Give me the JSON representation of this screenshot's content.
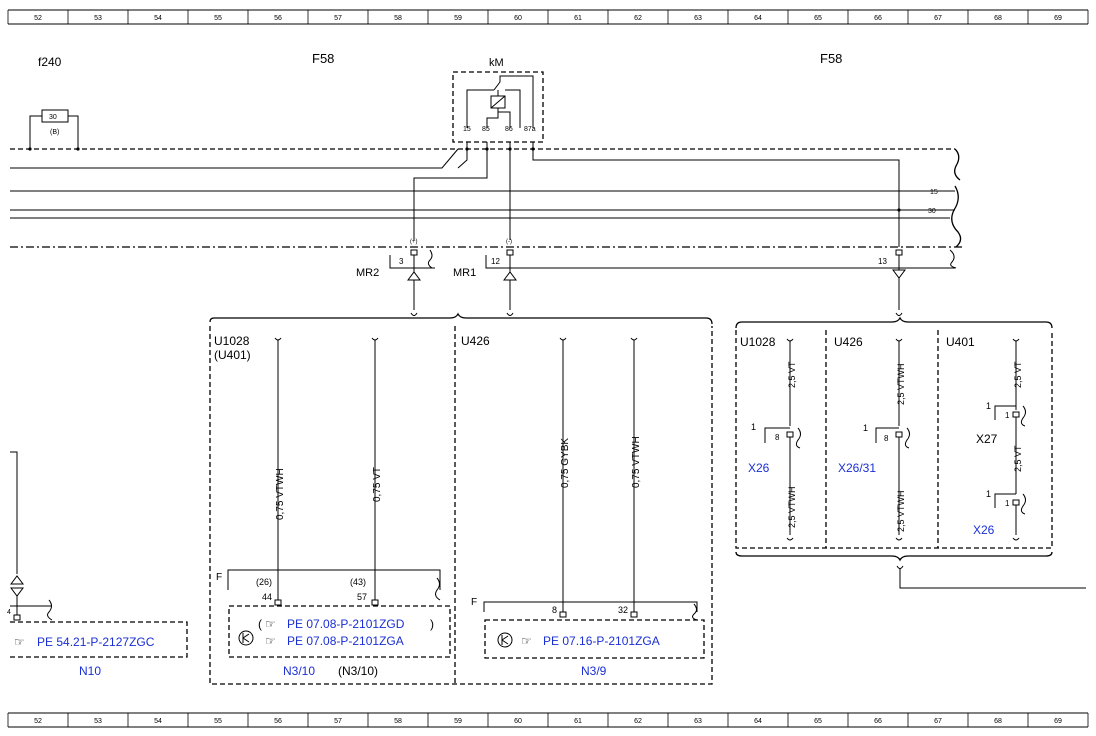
{
  "ruler": [
    "52",
    "53",
    "54",
    "55",
    "56",
    "57",
    "58",
    "59",
    "60",
    "61",
    "62",
    "63",
    "64",
    "65",
    "66",
    "67",
    "68",
    "69"
  ],
  "labels": {
    "f240": "f240",
    "f58_left": "F58",
    "f58_right": "F58",
    "km": "kM",
    "fuse_value": "30",
    "fuse_sub": "(B)",
    "relay_pins": [
      "15",
      "85",
      "86",
      "87a"
    ],
    "bus_15": "15",
    "bus_30": "30",
    "mr2": "MR2",
    "mr1": "MR1",
    "mr2_pin": "3",
    "mr1_pin": "12",
    "pin_13": "13",
    "plus": "(+)",
    "minus": "(-)",
    "pin_4": "4"
  },
  "blocks": {
    "u1028": "U1028",
    "u401_paren": "(U401)",
    "u426": "U426",
    "u1028_r": "U1028",
    "u426_r": "U426",
    "u401_r": "U401"
  },
  "wires": {
    "vtwh_075": "0,75 VTWH",
    "vt_075": "0,75 VT",
    "gybk_075": "0,75 GYBK",
    "vtwh_075b": "0,75 VTWH",
    "vt_25_a": "2,5 VT",
    "vtwh_25_a": "2,5 VTWH",
    "vtwh_25_b": "2,5 VTWH",
    "vtwh_25_c": "2,5 VTWH",
    "vt_25_b": "2,5 VT",
    "vt_25_c": "2,5 VT"
  },
  "pins": {
    "f_left": "F",
    "p26": "(26)",
    "p43": "(43)",
    "p44": "44",
    "p57": "57",
    "f_mid": "F",
    "p8": "8",
    "p32": "32",
    "c1a": "1",
    "c8a": "8",
    "c1b": "1",
    "c8b": "8",
    "c1c": "1",
    "c1c2": "1",
    "c1d": "1",
    "c1d2": "1"
  },
  "connectors": {
    "x26_a": "X26",
    "x26_31": "X26/31",
    "x27": "X27",
    "x26_b": "X26"
  },
  "refs": {
    "pe_5421": "PE 54.21-P-2127ZGC",
    "pe_0708_zgd": "PE 07.08-P-2101ZGD",
    "pe_0708_zgd_close": ")",
    "pe_0708_zga": "PE 07.08-P-2101ZGA",
    "pe_0716": "PE 07.16-P-2101ZGA",
    "paren_open": "("
  },
  "components": {
    "n10": "N10",
    "n3_10": "N3/10",
    "n3_10_paren": "(N3/10)",
    "n3_9": "N3/9"
  },
  "colors": {
    "ink": "#000000",
    "link": "#1a2fd6"
  }
}
